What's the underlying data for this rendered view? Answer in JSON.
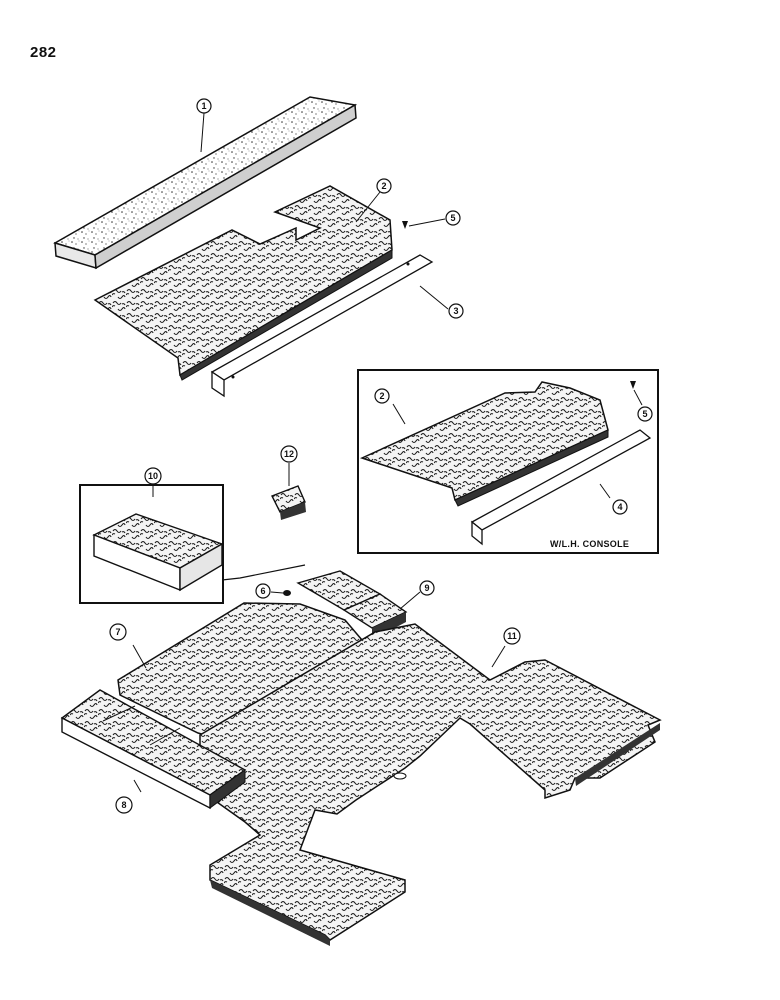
{
  "page": {
    "number": "282"
  },
  "callouts": [
    {
      "id": "c1",
      "label": "1"
    },
    {
      "id": "c2",
      "label": "2"
    },
    {
      "id": "c5",
      "label": "5"
    },
    {
      "id": "c3",
      "label": "3"
    },
    {
      "id": "c2b",
      "label": "2"
    },
    {
      "id": "c5b",
      "label": "5"
    },
    {
      "id": "c4",
      "label": "4"
    },
    {
      "id": "c12",
      "label": "12"
    },
    {
      "id": "c10",
      "label": "10"
    },
    {
      "id": "c6",
      "label": "6"
    },
    {
      "id": "c9",
      "label": "9"
    },
    {
      "id": "c7",
      "label": "7"
    },
    {
      "id": "c11",
      "label": "11"
    },
    {
      "id": "c8",
      "label": "8"
    }
  ],
  "inset": {
    "caption": "W/L.H. CONSOLE"
  },
  "colors": {
    "ink": "#111111",
    "paper": "#ffffff",
    "texture": "#1a1a1a"
  }
}
